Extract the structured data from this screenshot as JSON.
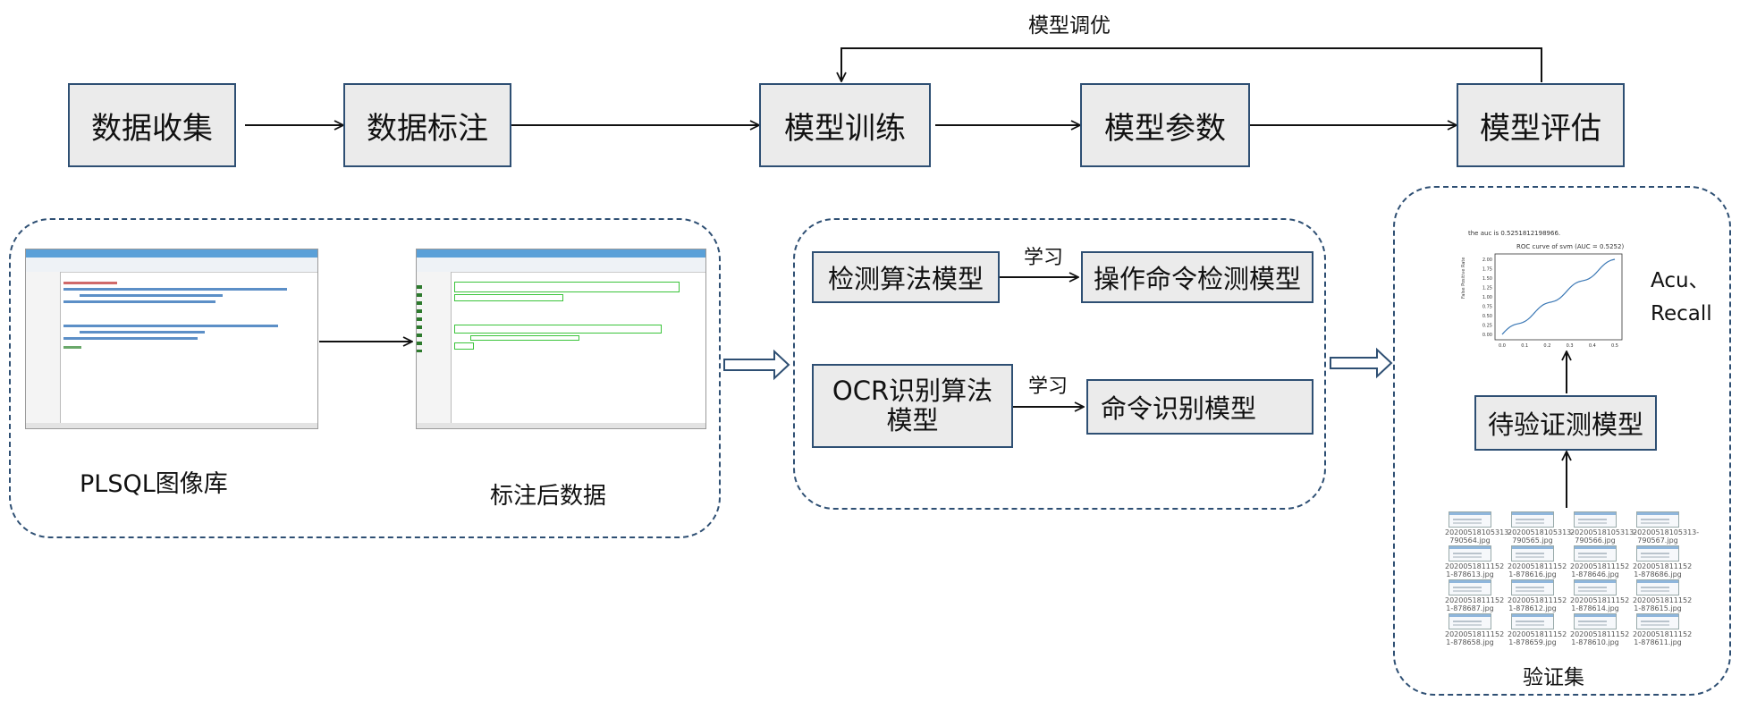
{
  "top_flow": {
    "feedback_label": "模型调优",
    "steps": [
      "数据收集",
      "数据标注",
      "模型训练",
      "模型参数",
      "模型评估"
    ]
  },
  "panel_data": {
    "library_caption": "PLSQL图像库",
    "annotated_caption": "标注后数据"
  },
  "panel_models": {
    "detect_model": "检测算法模型",
    "learn_label_1": "学习",
    "cmd_detect_model": "操作命令检测模型",
    "ocr_model": "OCR识别算法模型",
    "learn_label_2": "学习",
    "cmd_recog_model": "命令识别模型"
  },
  "panel_eval": {
    "auc_text": "the auc is 0.5251812198966.",
    "roc_title": "ROC curve of svm (AUC = 0.5252)",
    "roc_ylabel": "False Positive Rate",
    "roc_yticks": [
      "2.00",
      "1.75",
      "1.50",
      "1.25",
      "1.00",
      "0.75",
      "0.50",
      "0.25",
      "0.00"
    ],
    "roc_xticks": [
      "0.0",
      "0.1",
      "0.2",
      "0.3",
      "0.4",
      "0.5"
    ],
    "metrics_1": "Acu、",
    "metrics_2": "Recall",
    "model_box": "待验证测模型",
    "set_caption": "验证集",
    "thumbnails": [
      "20200518105313-790564.jpg",
      "20200518105313-790565.jpg",
      "20200518105313-790566.jpg",
      "20200518105313-790567.jpg",
      "2020051811152 1-878613.jpg",
      "2020051811152 1-878616.jpg",
      "2020051811152 1-878646.jpg",
      "2020051811152 1-878686.jpg",
      "2020051811152 1-878687.jpg",
      "2020051811152 1-878612.jpg",
      "2020051811152 1-878614.jpg",
      "2020051811152 1-878615.jpg",
      "2020051811152 1-878658.jpg",
      "2020051811152 1-878659.jpg",
      "2020051811152 1-878610.jpg",
      "2020051811152 1-878611.jpg"
    ]
  },
  "colors": {
    "box_border": "#2e4f73",
    "box_fill": "#ebebeb",
    "roc_line": "#3b78b5"
  }
}
